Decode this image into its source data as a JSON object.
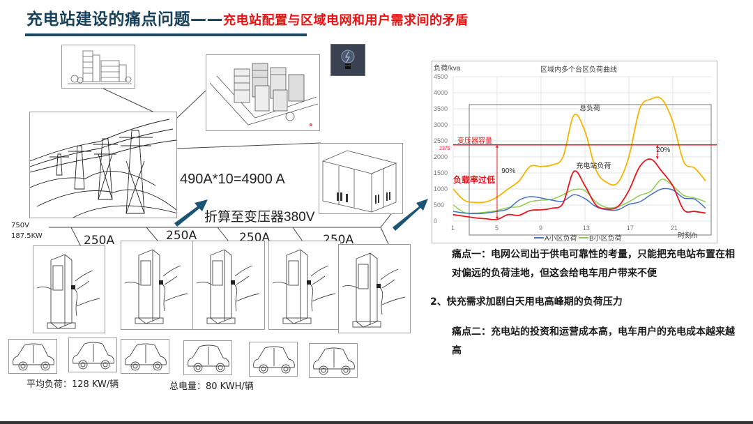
{
  "header": {
    "title_main": "充电站建设的痛点问题——",
    "title_sub": "充电站配置与区域电网和用户需求间的矛盾",
    "accent_color": "#17405a",
    "sub_color": "#ee1111"
  },
  "diagram": {
    "formula": "490A*10=4900 A",
    "conversion": "折算至变压器380V",
    "voltage": "750V",
    "power": "187.5KW",
    "branch_currents": [
      "250A",
      "250A",
      "250A",
      "250A"
    ],
    "avg_load": "平均负荷：128 KW/辆",
    "total_energy": "总电量：80 KWH/辆",
    "icons": {
      "bulb": "lightbulb-icon",
      "building": "building-sketch",
      "complex": "residential-complex-sketch",
      "towers": "power-tower-sketch",
      "transformer": "box-transformer-sketch",
      "charger": "charging-pile-sketch",
      "car": "car-sketch"
    }
  },
  "chart_data": {
    "type": "line",
    "title": "区域内多个台区负荷曲线",
    "xlabel": "时刻/h",
    "ylabel": "负荷/kva",
    "ylim": [
      0,
      4500
    ],
    "yticks": [
      0,
      500,
      1000,
      1500,
      2000,
      2500,
      3000,
      3500,
      4000,
      4500
    ],
    "xticks": [
      1,
      5,
      9,
      13,
      17,
      21
    ],
    "grid": true,
    "legend_position": "bottom",
    "x": [
      1,
      2,
      3,
      4,
      5,
      6,
      7,
      8,
      9,
      10,
      11,
      12,
      13,
      14,
      15,
      16,
      17,
      18,
      19,
      20,
      21,
      22,
      23,
      24
    ],
    "series": [
      {
        "name": "总负荷",
        "color": "#f5b400",
        "values": [
          1000,
          650,
          580,
          600,
          750,
          1000,
          1250,
          1700,
          1700,
          1750,
          2000,
          3300,
          2800,
          1600,
          1200,
          1200,
          2000,
          3500,
          3800,
          3800,
          3100,
          1850,
          1650,
          1250
        ]
      },
      {
        "name": "充电站负荷",
        "color": "#e8141c",
        "values": [
          200,
          150,
          100,
          70,
          50,
          200,
          180,
          330,
          350,
          400,
          550,
          1550,
          1100,
          500,
          380,
          450,
          950,
          1700,
          1930,
          1550,
          1100,
          350,
          300,
          250
        ]
      },
      {
        "name": "A小区负荷",
        "color": "#4472c4",
        "values": [
          300,
          250,
          230,
          250,
          300,
          380,
          650,
          760,
          720,
          650,
          620,
          820,
          700,
          450,
          350,
          350,
          520,
          600,
          820,
          1000,
          970,
          720,
          680,
          400
        ]
      },
      {
        "name": "B小区负荷",
        "color": "#8fcd4f",
        "values": [
          500,
          270,
          250,
          280,
          330,
          420,
          450,
          600,
          650,
          680,
          820,
          980,
          950,
          600,
          420,
          450,
          600,
          800,
          930,
          1300,
          1100,
          800,
          720,
          600
        ]
      }
    ],
    "reference_line": {
      "label": "变压器容量",
      "value": 2375,
      "value_label": "2375",
      "color": "#e8141c"
    },
    "annotations": [
      {
        "text": "总负荷",
        "x": 12.5,
        "y": 3450
      },
      {
        "text": "充电站负荷",
        "x": 12.2,
        "y": 1650
      },
      {
        "text": "90%",
        "x": 5.4,
        "y": 1500
      },
      {
        "text": "负载率过低",
        "x": 1,
        "y": 1200,
        "color": "#e8141c"
      },
      {
        "text": "20%",
        "x": 19.5,
        "y": 2150
      }
    ],
    "legend": [
      "A小区负荷",
      "B小区负荷"
    ]
  },
  "bullets": [
    {
      "id": "pain1",
      "text": "痛点一：电网公司出于供电可靠性的考量，只能把充电站布置在相对偏远的负荷洼地，但这会给电车用户带来不便"
    },
    {
      "id": "point2",
      "text": "2、快充需求加剧白天用电高峰期的负荷压力"
    },
    {
      "id": "pain2",
      "text": "痛点二：充电站的投资和运营成本高，电车用户的充电成本越来越高"
    }
  ]
}
